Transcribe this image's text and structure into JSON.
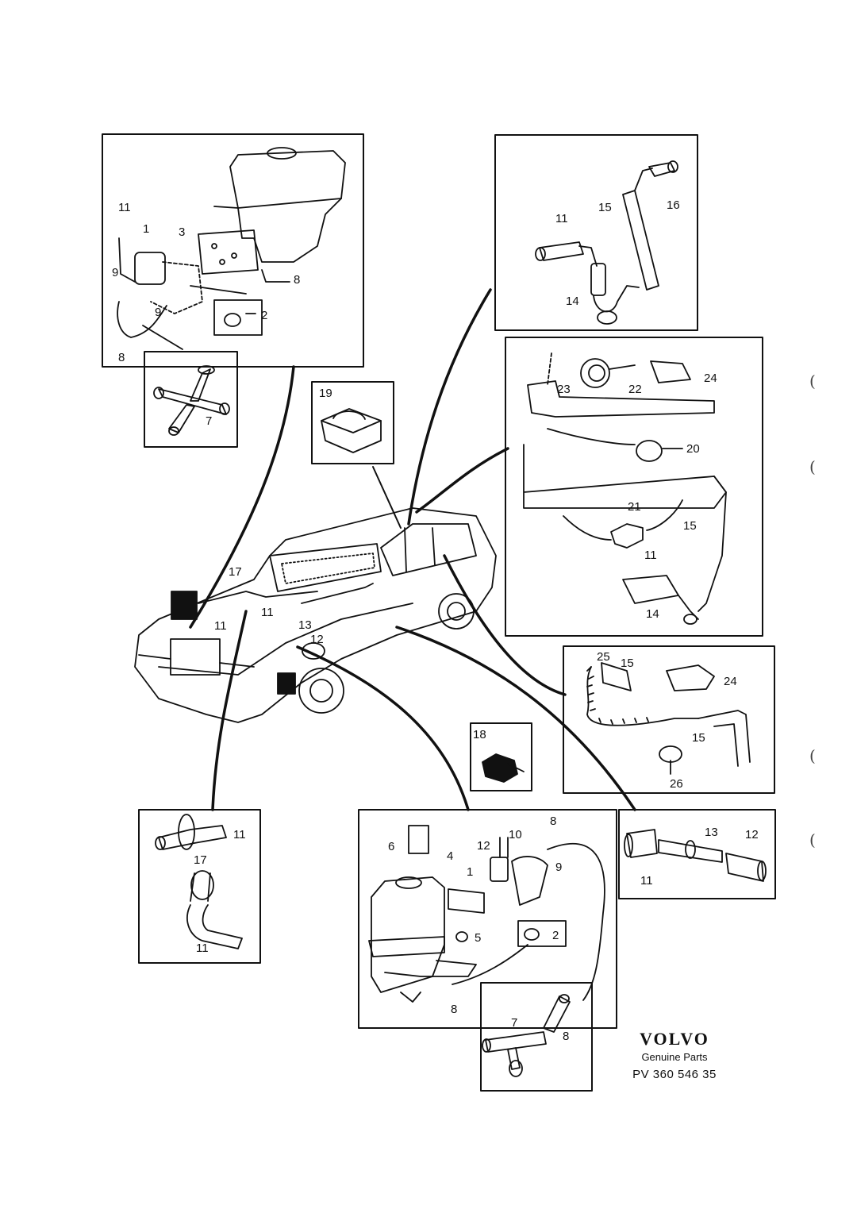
{
  "brand": {
    "logo": "VOLVO",
    "subtitle": "Genuine Parts",
    "part_code": "PV 360 546 35"
  },
  "margin_marks": [
    "(",
    "(",
    "(",
    "("
  ],
  "callouts": {
    "p1": [
      "11",
      "1",
      "3",
      "9",
      "9",
      "8",
      "8",
      "2"
    ],
    "p7": [
      "7"
    ],
    "p19": [
      "19"
    ],
    "p14": [
      "11",
      "15",
      "16",
      "14"
    ],
    "p20": [
      "23",
      "24",
      "22",
      "20",
      "21",
      "15",
      "11",
      "14"
    ],
    "p25": [
      "25",
      "15",
      "24",
      "15",
      "26"
    ],
    "car": [
      "17",
      "11",
      "11",
      "13",
      "12"
    ],
    "p18": [
      "18"
    ],
    "p17": [
      "11",
      "17",
      "11"
    ],
    "p4": [
      "6",
      "12",
      "10",
      "8",
      "4",
      "1",
      "9",
      "2",
      "5",
      "8"
    ],
    "p13": [
      "13",
      "12",
      "11"
    ],
    "p8": [
      "7",
      "8"
    ]
  }
}
